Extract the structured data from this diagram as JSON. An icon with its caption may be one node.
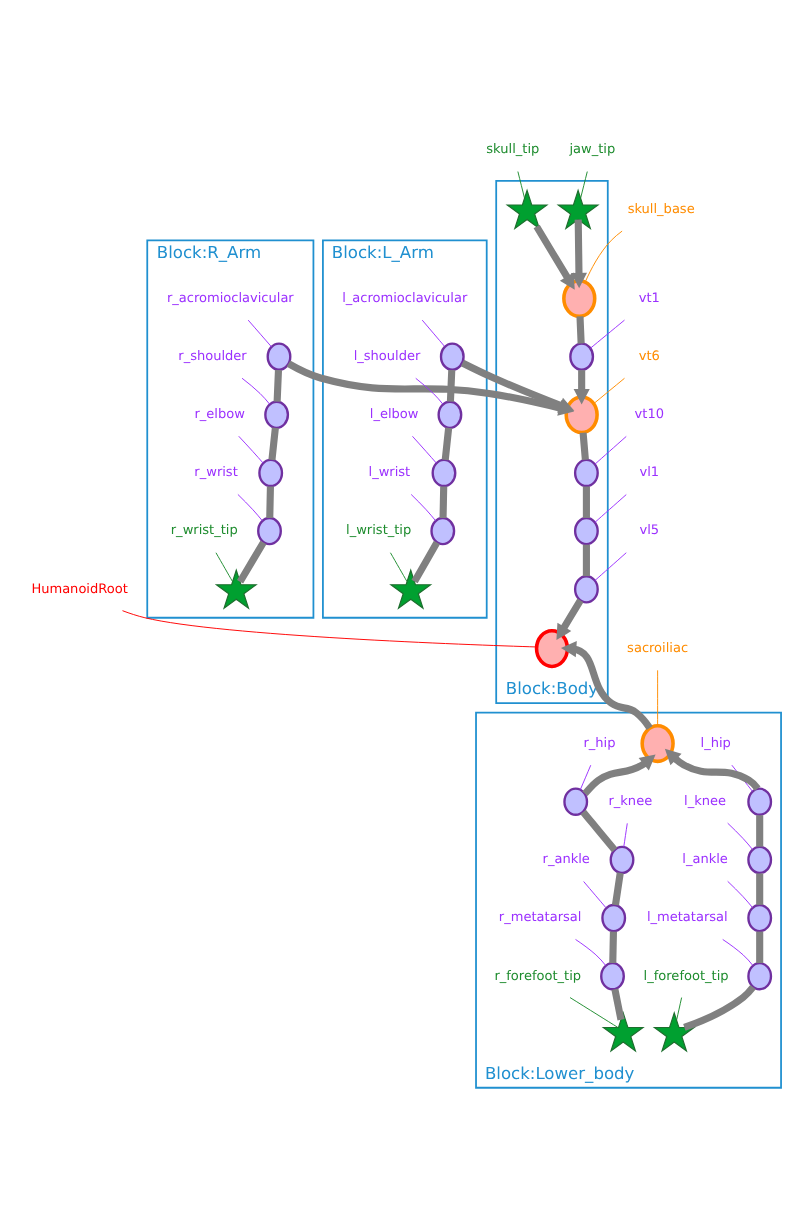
{
  "diagram": {
    "nodes": [
      {
        "text": [
          "Block:Body"
        ]
      },
      {
        "text": [
          "skull_tip"
        ]
      },
      {
        "text": [],
        "shape": "star",
        "in": 0
      },
      {
        "text": [
          "skull_base"
        ]
      },
      {
        "text": [],
        "shape": "circle",
        "in": 0
      },
      {
        "text": [
          "jaw_tip"
        ]
      },
      {
        "text": [],
        "shape": "star",
        "in": 0
      },
      {
        "text": [
          "vt1"
        ]
      },
      {
        "text": [],
        "shape": "circle",
        "in": 0
      },
      {
        "text": [],
        "shape": "circle",
        "in": 0
      },
      {
        "text": [
          "vt6"
        ]
      },
      {
        "text": [
          "vt10"
        ]
      },
      {
        "text": [],
        "shape": "circle",
        "in": 0
      },
      {
        "text": [
          "vl1"
        ]
      },
      {
        "text": [],
        "shape": "circle",
        "in": 0
      },
      {
        "text": [
          "vl5"
        ]
      },
      {
        "text": [],
        "shape": "circle",
        "in": 0
      },
      {
        "text": [
          "HumanoidRoot"
        ]
      },
      {
        "text": [],
        "shape": "circle",
        "in": 0
      },
      {
        "text": [
          "Block:R_Arm"
        ]
      },
      {
        "text": [
          "r_acromioclavicular"
        ],
        "in": 19
      },
      {
        "text": [],
        "shape": "circle",
        "in": 19
      },
      {
        "text": [
          "r_shoulder"
        ],
        "in": 19
      },
      {
        "text": [],
        "shape": "circle",
        "in": 19
      },
      {
        "text": [
          "r_elbow"
        ],
        "in": 19
      },
      {
        "text": [],
        "shape": "circle",
        "in": 19
      },
      {
        "text": [
          "r_wrist"
        ],
        "in": 19
      },
      {
        "text": [],
        "shape": "circle",
        "in": 19
      },
      {
        "text": [
          "r_wrist_tip"
        ],
        "in": 19
      },
      {
        "text": [],
        "shape": "star",
        "in": 19
      },
      {
        "text": [
          "Block:L_Arm"
        ]
      },
      {
        "text": [
          "l_acromioclavicular"
        ],
        "in": 30
      },
      {
        "text": [],
        "shape": "circle",
        "in": 30
      },
      {
        "text": [
          "l_shoulder"
        ],
        "in": 30
      },
      {
        "text": [],
        "shape": "circle",
        "in": 30
      },
      {
        "text": [
          "l_elbow"
        ],
        "in": 30
      },
      {
        "text": [],
        "shape": "circle",
        "in": 30
      },
      {
        "text": [
          "l_wrist"
        ],
        "in": 30
      },
      {
        "text": [],
        "shape": "circle",
        "in": 30
      },
      {
        "text": [
          "l_wrist_tip"
        ],
        "in": 30
      },
      {
        "text": [],
        "shape": "star",
        "in": 30
      },
      {
        "text": [
          "sacroiliac"
        ]
      },
      {
        "text": [
          "Block:Lower_body"
        ]
      },
      {
        "text": [],
        "shape": "circle",
        "in": 42
      },
      {
        "text": [
          "r_hip"
        ],
        "in": 42
      },
      {
        "text": [],
        "shape": "circle",
        "in": 42
      },
      {
        "text": [
          "r_knee"
        ],
        "in": 42
      },
      {
        "text": [],
        "shape": "circle",
        "in": 42
      },
      {
        "text": [
          "r_ankle"
        ],
        "in": 42
      },
      {
        "text": [],
        "shape": "circle",
        "in": 42
      },
      {
        "text": [
          "r_metatarsal"
        ],
        "in": 42
      },
      {
        "text": [],
        "shape": "circle",
        "in": 42
      },
      {
        "text": [
          "r_forefoot_tip"
        ],
        "in": 42
      },
      {
        "text": [],
        "shape": "star",
        "in": 42
      },
      {
        "text": [
          "l_hip"
        ],
        "in": 42
      },
      {
        "text": [],
        "shape": "circle",
        "in": 42
      },
      {
        "text": [
          "l_knee"
        ],
        "in": 42
      },
      {
        "text": [],
        "shape": "circle",
        "in": 42
      },
      {
        "text": [
          "l_ankle"
        ],
        "in": 42
      },
      {
        "text": [],
        "shape": "circle",
        "in": 42
      },
      {
        "text": [
          "l_metatarsal"
        ],
        "in": 42
      },
      {
        "text": [],
        "shape": "circle",
        "in": 42
      },
      {
        "text": [
          "l_forefoot_tip"
        ],
        "in": 42
      },
      {
        "text": [],
        "shape": "star",
        "in": 42
      }
    ],
    "edges": [
      {
        "from": 2,
        "to": 4,
        "arrow": "to",
        "style": "thick",
        "color": "#808080"
      },
      {
        "from": 6,
        "to": 4,
        "arrow": "to",
        "style": "thick",
        "color": "#808080"
      },
      {
        "from": 4,
        "to": 8,
        "arrow": "none",
        "style": "thick",
        "color": "#808080"
      },
      {
        "from": 8,
        "to": 9,
        "arrow": "to",
        "style": "thick",
        "color": "#808080"
      },
      {
        "from": 9,
        "to": 12,
        "arrow": "none",
        "style": "thick",
        "color": "#808080"
      },
      {
        "from": 12,
        "to": 14,
        "arrow": "none",
        "style": "thick",
        "color": "#808080"
      },
      {
        "from": 14,
        "to": 16,
        "arrow": "none",
        "style": "thick",
        "color": "#808080"
      },
      {
        "from": 16,
        "to": 18,
        "arrow": "to",
        "style": "thick",
        "color": "#808080"
      },
      {
        "from": 43,
        "to": 18,
        "arrow": "to",
        "style": "thick",
        "color": "#808080"
      },
      {
        "from": 21,
        "to": 9,
        "arrow": "to",
        "style": "thick",
        "color": "#808080"
      },
      {
        "from": 21,
        "to": 23,
        "arrow": "none",
        "style": "thick",
        "color": "#808080"
      },
      {
        "from": 23,
        "to": 25,
        "arrow": "none",
        "style": "thick",
        "color": "#808080"
      },
      {
        "from": 25,
        "to": 27,
        "arrow": "none",
        "style": "thick",
        "color": "#808080"
      },
      {
        "from": 27,
        "to": 29,
        "arrow": "none",
        "style": "thick",
        "color": "#808080"
      },
      {
        "from": 32,
        "to": 9,
        "arrow": "to",
        "style": "thick",
        "color": "#808080"
      },
      {
        "from": 32,
        "to": 34,
        "arrow": "none",
        "style": "thick",
        "color": "#808080"
      },
      {
        "from": 34,
        "to": 36,
        "arrow": "none",
        "style": "thick",
        "color": "#808080"
      },
      {
        "from": 36,
        "to": 38,
        "arrow": "none",
        "style": "thick",
        "color": "#808080"
      },
      {
        "from": 38,
        "to": 40,
        "arrow": "none",
        "style": "thick",
        "color": "#808080"
      },
      {
        "from": 45,
        "to": 43,
        "arrow": "to",
        "style": "thick",
        "color": "#808080"
      },
      {
        "from": 45,
        "to": 47,
        "arrow": "none",
        "style": "thick",
        "color": "#808080"
      },
      {
        "from": 47,
        "to": 49,
        "arrow": "none",
        "style": "thick",
        "color": "#808080"
      },
      {
        "from": 49,
        "to": 51,
        "arrow": "none",
        "style": "thick",
        "color": "#808080"
      },
      {
        "from": 51,
        "to": 53,
        "arrow": "none",
        "style": "thick",
        "color": "#808080"
      },
      {
        "from": 55,
        "to": 43,
        "arrow": "to",
        "style": "thick",
        "color": "#808080"
      },
      {
        "from": 55,
        "to": 57,
        "arrow": "none",
        "style": "thick",
        "color": "#808080"
      },
      {
        "from": 57,
        "to": 59,
        "arrow": "none",
        "style": "thick",
        "color": "#808080"
      },
      {
        "from": 59,
        "to": 61,
        "arrow": "none",
        "style": "thick",
        "color": "#808080"
      },
      {
        "from": 61,
        "to": 63,
        "arrow": "none",
        "style": "thick",
        "color": "#808080"
      },
      {
        "from": 1,
        "to": 2,
        "arrow": "none",
        "color": "#1e8c2e"
      },
      {
        "from": 3,
        "to": 4,
        "arrow": "none",
        "color": "#ff8c00"
      },
      {
        "from": 5,
        "to": 6,
        "arrow": "none",
        "color": "#1e8c2e"
      },
      {
        "from": 7,
        "to": 8,
        "arrow": "none",
        "color": "#9b30ff"
      },
      {
        "from": 10,
        "to": 9,
        "arrow": "none",
        "color": "#ff8c00"
      },
      {
        "from": 11,
        "to": 12,
        "arrow": "none",
        "color": "#9b30ff"
      },
      {
        "from": 13,
        "to": 14,
        "arrow": "none",
        "color": "#9b30ff"
      },
      {
        "from": 15,
        "to": 16,
        "arrow": "none",
        "color": "#9b30ff"
      },
      {
        "from": 17,
        "to": 18,
        "arrow": "none",
        "color": "#ff0000"
      },
      {
        "from": 20,
        "to": 21,
        "arrow": "none",
        "color": "#9b30ff"
      },
      {
        "from": 22,
        "to": 23,
        "arrow": "none",
        "color": "#9b30ff"
      },
      {
        "from": 24,
        "to": 25,
        "arrow": "none",
        "color": "#9b30ff"
      },
      {
        "from": 26,
        "to": 27,
        "arrow": "none",
        "color": "#9b30ff"
      },
      {
        "from": 28,
        "to": 29,
        "arrow": "none",
        "color": "#1e8c2e"
      },
      {
        "from": 31,
        "to": 32,
        "arrow": "none",
        "color": "#9b30ff"
      },
      {
        "from": 33,
        "to": 34,
        "arrow": "none",
        "color": "#9b30ff"
      },
      {
        "from": 35,
        "to": 36,
        "arrow": "none",
        "color": "#9b30ff"
      },
      {
        "from": 37,
        "to": 38,
        "arrow": "none",
        "color": "#9b30ff"
      },
      {
        "from": 39,
        "to": 40,
        "arrow": "none",
        "color": "#1e8c2e"
      },
      {
        "from": 41,
        "to": 43,
        "arrow": "none",
        "color": "#ff8c00"
      },
      {
        "from": 44,
        "to": 45,
        "arrow": "none",
        "color": "#9b30ff"
      },
      {
        "from": 46,
        "to": 47,
        "arrow": "none",
        "color": "#9b30ff"
      },
      {
        "from": 48,
        "to": 49,
        "arrow": "none",
        "color": "#9b30ff"
      },
      {
        "from": 50,
        "to": 51,
        "arrow": "none",
        "color": "#9b30ff"
      },
      {
        "from": 52,
        "to": 53,
        "arrow": "none",
        "color": "#1e8c2e"
      },
      {
        "from": 54,
        "to": 55,
        "arrow": "none",
        "color": "#9b30ff"
      },
      {
        "from": 56,
        "to": 57,
        "arrow": "none",
        "color": "#9b30ff"
      },
      {
        "from": 58,
        "to": 59,
        "arrow": "none",
        "color": "#9b30ff"
      },
      {
        "from": 60,
        "to": 61,
        "arrow": "none",
        "color": "#9b30ff"
      },
      {
        "from": 62,
        "to": 63,
        "arrow": "none",
        "color": "#1e8c2e"
      }
    ]
  }
}
